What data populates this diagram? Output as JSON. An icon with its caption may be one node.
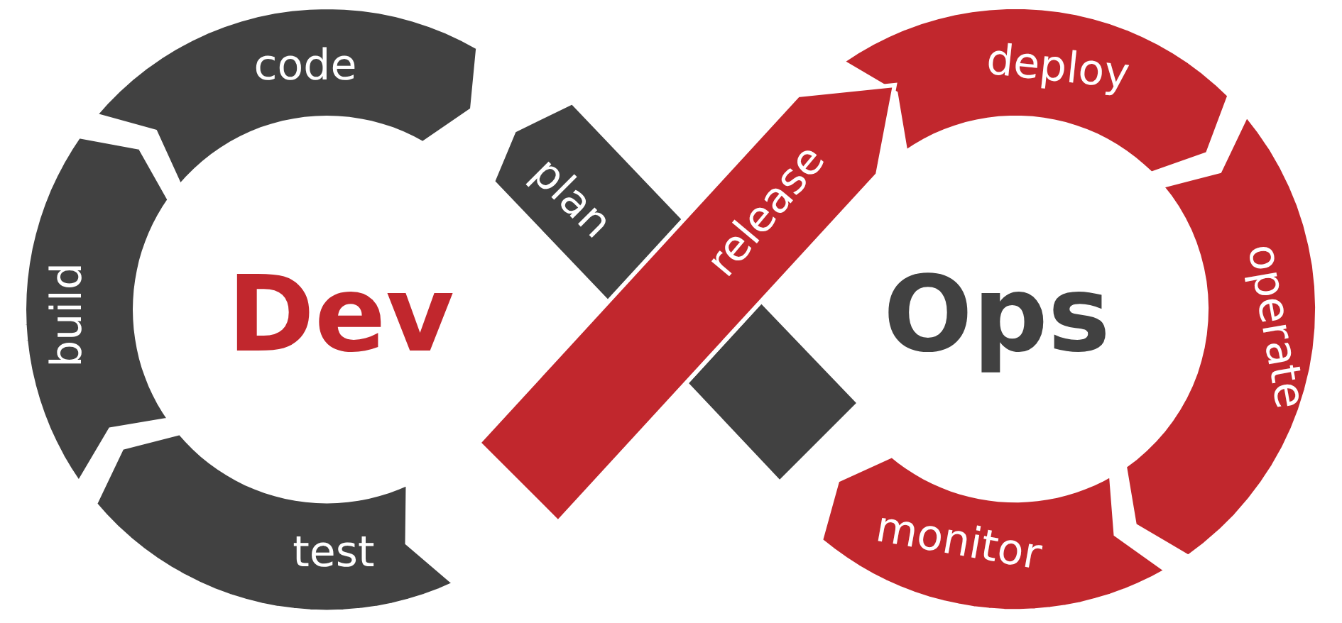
{
  "diagram": {
    "nodes": [
      {
        "text": [
          "code"
        ]
      },
      {
        "text": [
          "plan"
        ]
      },
      {
        "text": [],
        "shape": "diamond"
      },
      {
        "text": [
          "build"
        ]
      },
      {
        "text": [
          "test"
        ]
      },
      {
        "text": [
          "release"
        ]
      },
      {
        "text": [
          "deploy"
        ]
      },
      {
        "text": [
          "operate"
        ]
      },
      {
        "text": [
          "monitor"
        ]
      }
    ],
    "labels": [
      "Dev",
      "Ops"
    ]
  }
}
